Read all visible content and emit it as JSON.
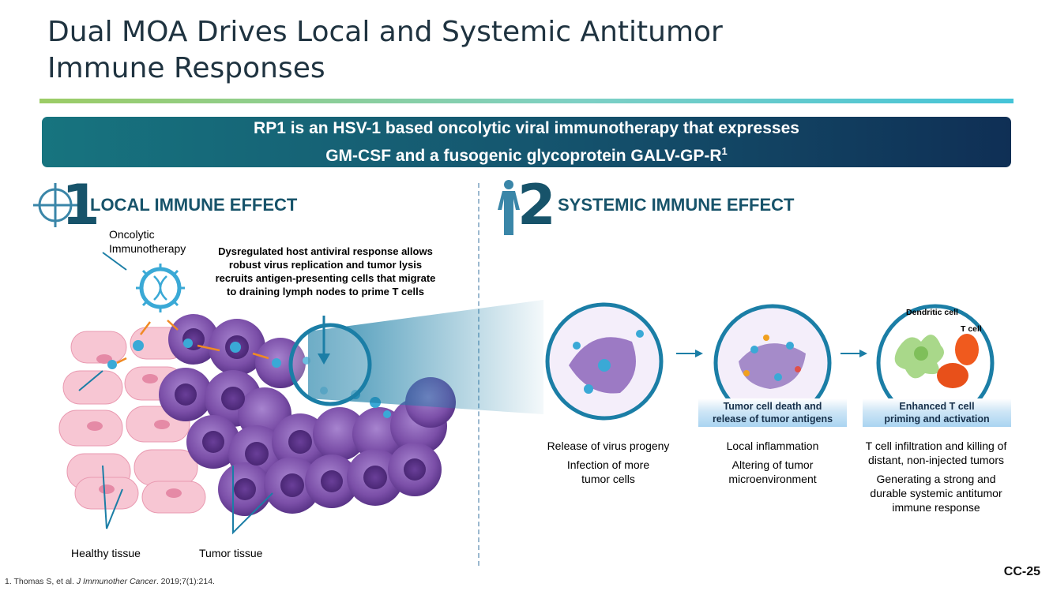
{
  "slide": {
    "title_line1": "Dual MOA Drives Local and Systemic Antitumor",
    "title_line2": "Immune Responses",
    "banner_line1": "RP1 is an HSV-1 based oncolytic viral immunotherapy that expresses",
    "banner_line2": "GM-CSF and a fusogenic glycoprotein GALV-GP-R",
    "banner_sup": "1"
  },
  "local": {
    "number": "1",
    "heading": "LOCAL IMMUNE EFFECT",
    "oncolytic_line1": "Oncolytic",
    "oncolytic_line2": "Immunotherapy",
    "callout_line1": "Dysregulated host antiviral response allows",
    "callout_line2": "robust virus replication and tumor lysis",
    "callout_line3": "recruits antigen-presenting cells that migrate",
    "callout_line4": "to draining lymph nodes to prime T cells",
    "healthy_label": "Healthy tissue",
    "tumor_label": "Tumor tissue"
  },
  "systemic": {
    "number": "2",
    "heading": "SYSTEMIC IMMUNE EFFECT",
    "dendritic_label": "Dendritic cell",
    "tcell_label": "T cell",
    "band1_line1": "Tumor cell death and",
    "band1_line2": "release of tumor antigens",
    "band2_line1": "Enhanced T cell",
    "band2_line2": "priming and activation",
    "step1": [
      "Release of virus progeny",
      "Infection of more",
      "tumor cells"
    ],
    "step2": [
      "Local inflammation",
      "Altering of tumor",
      "microenvironment"
    ],
    "step3": [
      "T cell infiltration and killing of",
      "distant, non-injected tumors",
      "Generating a strong and",
      "durable systemic antitumor",
      "immune response"
    ]
  },
  "footer": {
    "reference_prefix": "1. Thomas S, et al. ",
    "reference_journal": "J Immunother Cancer",
    "reference_suffix": ". 2019;7(1):214.",
    "page": "CC-25"
  },
  "colors": {
    "accent_teal": "#17536a",
    "banner_start": "#17747f",
    "banner_end": "#0f2f55",
    "tumor_purple": "#7b4fa8",
    "healthy_pink": "#f4b6c8",
    "virus_blue": "#3aa9d6"
  },
  "icons": [
    "crosshair-icon",
    "human-figure-icon",
    "virus-icon",
    "arrow-right-icon"
  ]
}
